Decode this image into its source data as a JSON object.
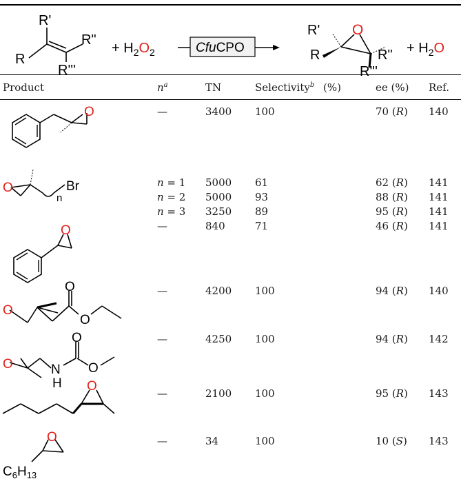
{
  "scheme": {
    "reactant_labels": [
      "R'",
      "R\"",
      "R",
      "R'''"
    ],
    "plus_h2o2": "+ H",
    "h2o2_sub": "2",
    "h2o2_o": "O",
    "h2o2_sub2": "2",
    "enzyme": "CfuCPO",
    "enzyme_prefix": "Cfu",
    "enzyme_suffix": "CPO",
    "product_labels": [
      "R'",
      "R",
      "R\"",
      "R'''",
      "O"
    ],
    "plus_h2o": "+ H",
    "h2o_sub": "2",
    "h2o_o": "O"
  },
  "table": {
    "headers": {
      "product": "Product",
      "n": "n",
      "n_sup": "a",
      "tn": "TN",
      "selectivity": "Selectivity",
      "selectivity_sup": "b",
      "selectivity_unit": "(%)",
      "ee": "ee (%)",
      "ref": "Ref."
    },
    "rows": [
      {
        "n": "—",
        "tn": "3400",
        "sel": "100",
        "ee": "70 (",
        "ee_cfg": "R",
        "ee_close": ")",
        "ref": "140"
      },
      {
        "n": "n = 1",
        "tn": "5000",
        "sel": "61",
        "ee": "62 (",
        "ee_cfg": "R",
        "ee_close": ")",
        "ref": "141"
      },
      {
        "n": "n = 2",
        "tn": "5000",
        "sel": "93",
        "ee": "88 (",
        "ee_cfg": "R",
        "ee_close": ")",
        "ref": "141"
      },
      {
        "n": "n = 3",
        "tn": "3250",
        "sel": "89",
        "ee": "95 (",
        "ee_cfg": "R",
        "ee_close": ")",
        "ref": "141"
      },
      {
        "n": "—",
        "tn": "840",
        "sel": "71",
        "ee": "46 (",
        "ee_cfg": "R",
        "ee_close": ")",
        "ref": "141"
      },
      {
        "n": "—",
        "tn": "4200",
        "sel": "100",
        "ee": "94 (",
        "ee_cfg": "R",
        "ee_close": ")",
        "ref": "140"
      },
      {
        "n": "—",
        "tn": "4250",
        "sel": "100",
        "ee": "94 (",
        "ee_cfg": "R",
        "ee_close": ")",
        "ref": "142"
      },
      {
        "n": "—",
        "tn": "2100",
        "sel": "100",
        "ee": "95 (",
        "ee_cfg": "R",
        "ee_close": ")",
        "ref": "143"
      },
      {
        "n": "—",
        "tn": "34",
        "sel": "100",
        "ee": "10 (",
        "ee_cfg": "S",
        "ee_close": ")",
        "ref": "143"
      }
    ],
    "structure_labels": {
      "o": "O",
      "br": "Br",
      "n": "n",
      "nh_n": "N",
      "nh_h": "H",
      "c6h13_c": "C",
      "c6h13_6": "6",
      "c6h13_h": "H",
      "c6h13_13": "13"
    }
  },
  "colors": {
    "oxygen": "#e0201b",
    "text": "#1a1a1a",
    "box_fill": "#f2f2f2"
  }
}
